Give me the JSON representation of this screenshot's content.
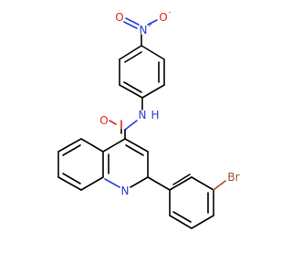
{
  "molecule": {
    "atoms": {
      "nitro_o_left": {
        "symbol": "O",
        "color": "#e8231a"
      },
      "nitro_n": {
        "symbol": "N",
        "color": "#2a3bd8",
        "charge": "+"
      },
      "nitro_o_right": {
        "symbol": "O",
        "color": "#e8231a",
        "charge": "-"
      },
      "amide_n": {
        "symbol": "N",
        "color": "#2a3bd8"
      },
      "amide_h": {
        "symbol": "H",
        "color": "#2a3bd8"
      },
      "carbonyl_o": {
        "symbol": "O",
        "color": "#e8231a"
      },
      "quinoline_n": {
        "symbol": "N",
        "color": "#2a3bd8"
      },
      "bromine": {
        "symbol": "Br",
        "color": "#a0522d"
      }
    }
  }
}
